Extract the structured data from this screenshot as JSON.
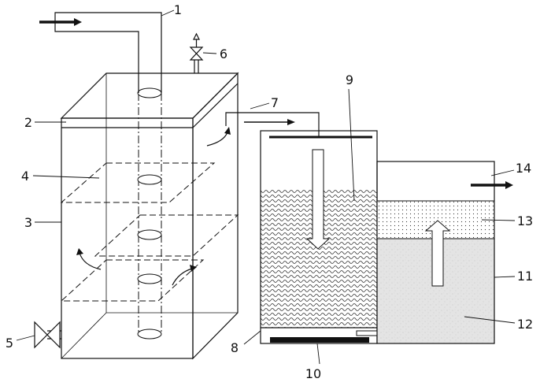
{
  "diagram": {
    "labels": [
      {
        "id": "label-1",
        "text": "1"
      },
      {
        "id": "label-2",
        "text": "2"
      },
      {
        "id": "label-3",
        "text": "3"
      },
      {
        "id": "label-4",
        "text": "4"
      },
      {
        "id": "label-5",
        "text": "5"
      },
      {
        "id": "label-6",
        "text": "6"
      },
      {
        "id": "label-7",
        "text": "7"
      },
      {
        "id": "label-8",
        "text": "8"
      },
      {
        "id": "label-9",
        "text": "9"
      },
      {
        "id": "label-10",
        "text": "10"
      },
      {
        "id": "label-11",
        "text": "11"
      },
      {
        "id": "label-12",
        "text": "12"
      },
      {
        "id": "label-13",
        "text": "13"
      },
      {
        "id": "label-14",
        "text": "14"
      }
    ],
    "colors": {
      "line": "#111111",
      "settling_zone": "#f3f3f3",
      "storage_zone": "#e6e6e6",
      "dotted_layer": "#ffffff"
    }
  }
}
